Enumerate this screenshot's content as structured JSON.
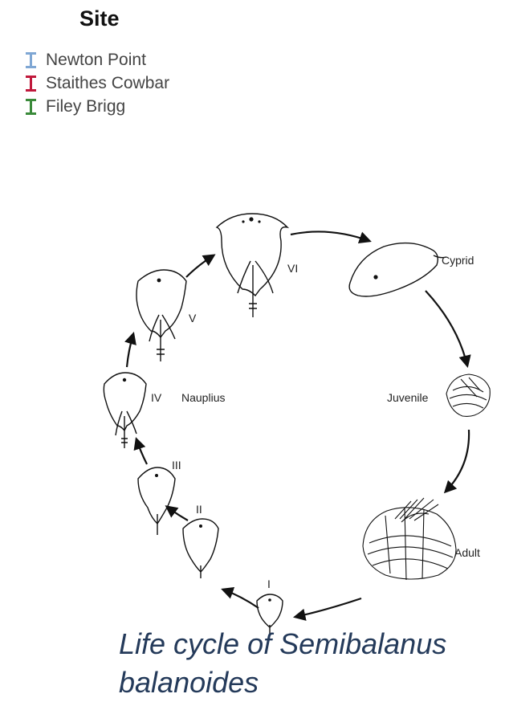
{
  "legend": {
    "title": "Site",
    "items": [
      {
        "label": "Newton Point",
        "color": "#7fa7d4"
      },
      {
        "label": "Staithes Cowbar",
        "color": "#c0193c"
      },
      {
        "label": "Filey Brigg",
        "color": "#3a8a3a"
      }
    ]
  },
  "diagram": {
    "stages": {
      "i": "I",
      "ii": "II",
      "iii": "III",
      "iv": "IV",
      "nauplius": "Nauplius",
      "v": "V",
      "vi": "VI",
      "cyprid": "Cyprid",
      "juvenile": "Juvenile",
      "adult": "Adult"
    }
  },
  "caption": "Life cycle of Semibalanus balanoides"
}
